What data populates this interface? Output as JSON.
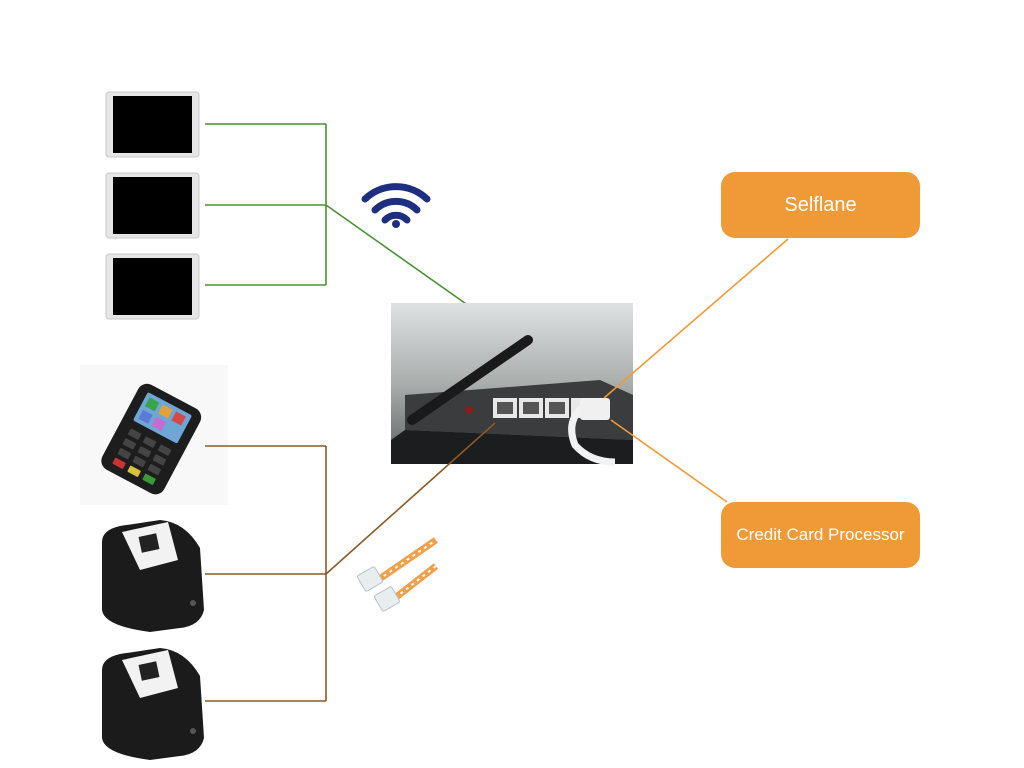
{
  "nodes": {
    "selflane": {
      "label": "Selflane"
    },
    "credit_card_processor": {
      "label": "Credit Card Processor"
    }
  },
  "devices": {
    "tablets": [
      "tablet-icon",
      "tablet-icon",
      "tablet-icon"
    ],
    "card_terminal": "card-terminal-icon",
    "printers": [
      "receipt-printer-icon",
      "receipt-printer-icon"
    ],
    "router": "router-photo",
    "wifi": "wifi-icon",
    "ethernet": "ethernet-cable-icon"
  },
  "colors": {
    "wireless_link": "#4a8f35",
    "wired_link": "#8a5a25",
    "cloud_link": "#f09a37",
    "node_fill": "#f09a37",
    "wifi_icon": "#1f2f80"
  }
}
